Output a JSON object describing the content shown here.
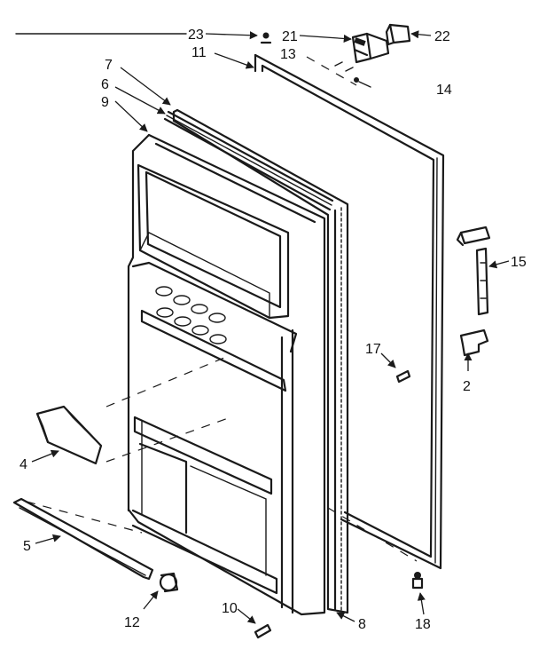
{
  "callouts": {
    "p23": "23",
    "p21": "21",
    "p22": "22",
    "p11": "11",
    "p13": "13",
    "p14": "14",
    "p7": "7",
    "p6": "6",
    "p9": "9",
    "p15": "15",
    "p17": "17",
    "p2": "2",
    "p4": "4",
    "p5": "5",
    "p12": "12",
    "p10": "10",
    "p8": "8",
    "p18": "18"
  }
}
